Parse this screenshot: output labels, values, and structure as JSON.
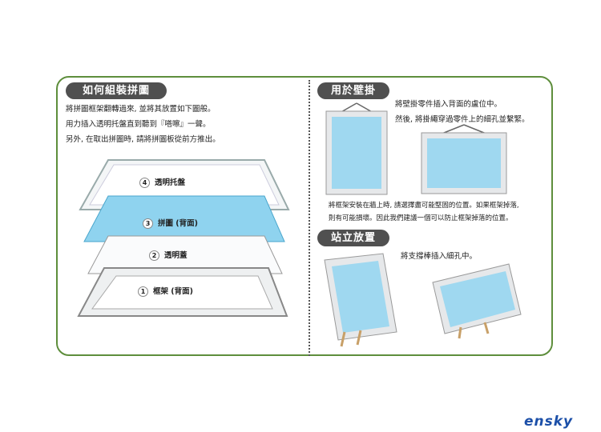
{
  "assemble": {
    "title": "如何組裝拼圖",
    "lines": [
      "將拼圖框架翻轉過來, 並將其放置如下圖般。",
      "用力插入透明托盤直到聽到『嗒嚓』一聲。",
      "另外, 在取出拼圖時, 請將拼圖板從前方推出。"
    ],
    "layers": [
      {
        "num": "4",
        "label": "透明托盤"
      },
      {
        "num": "3",
        "label": "拼圖 (背面)"
      },
      {
        "num": "2",
        "label": "透明蓋"
      },
      {
        "num": "1",
        "label": "框架 (背面)"
      }
    ]
  },
  "wall": {
    "title": "用於壁掛",
    "lines": [
      "將壁掛零件插入背面的盧位中。",
      "然後, 將掛繩穿過零件上的細孔並繫緊。"
    ],
    "notes": [
      "將框架安裝在牆上時, 請選擇盡可能堅固的位置。如果框架掉落,",
      "則有可能損壞。因此我們建議一個可以防止框架掉落的位置。"
    ]
  },
  "stand": {
    "title": "站立放置",
    "line": "將支撐棒插入細孔中。"
  },
  "brand": "ensky",
  "colors": {
    "border": "#5e8e3c",
    "pill": "#505050",
    "puzzle": "#8fd3ef",
    "logo": "#1b4fa8"
  }
}
